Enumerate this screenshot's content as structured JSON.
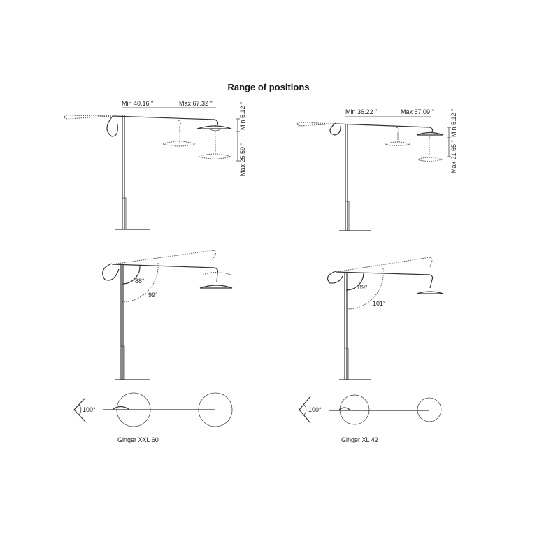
{
  "title": "Range of positions",
  "models": [
    {
      "name": "Ginger XXL 60",
      "min_reach": "Min 40.16 \"",
      "max_reach": "Max 67.32 \"",
      "min_drop": "Min 5.12 \"",
      "max_drop": "Max 25.59 \"",
      "tilt_angle_1": "88°",
      "tilt_angle_2": "99°",
      "rotation_angle": "100°"
    },
    {
      "name": "Ginger XL 42",
      "min_reach": "Min 36.22 \"",
      "max_reach": "Max 57.09 \"",
      "min_drop": "Min 5.12 \"",
      "max_drop": "Max 21.65 \"",
      "tilt_angle_1": "89°",
      "tilt_angle_2": "101°",
      "rotation_angle": "100°"
    }
  ]
}
